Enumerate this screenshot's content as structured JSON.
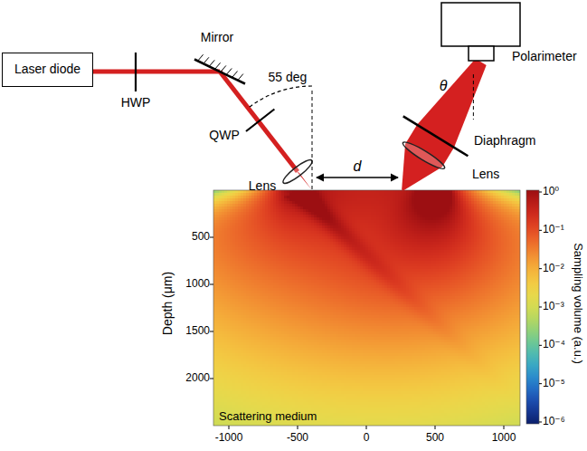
{
  "diagram": {
    "nodes": [
      {
        "text": [
          "Laser diode"
        ]
      },
      {
        "text": [
          "Polarimeter"
        ]
      }
    ],
    "labels": [
      "HWP",
      "Mirror",
      "55 deg",
      "QWP",
      "Lens",
      "θ",
      "Diaphragm",
      "Lens",
      "d",
      "Depth (μm)",
      "500",
      "1000",
      "1500",
      "2000",
      "-1000",
      "-500",
      "0",
      "500",
      "1000",
      "Scattering medium",
      "10⁰",
      "10⁻¹",
      "10⁻²",
      "10⁻³",
      "10⁻⁴",
      "10⁻⁵",
      "10⁻⁶",
      "Sampling volume (a.u.)"
    ]
  }
}
